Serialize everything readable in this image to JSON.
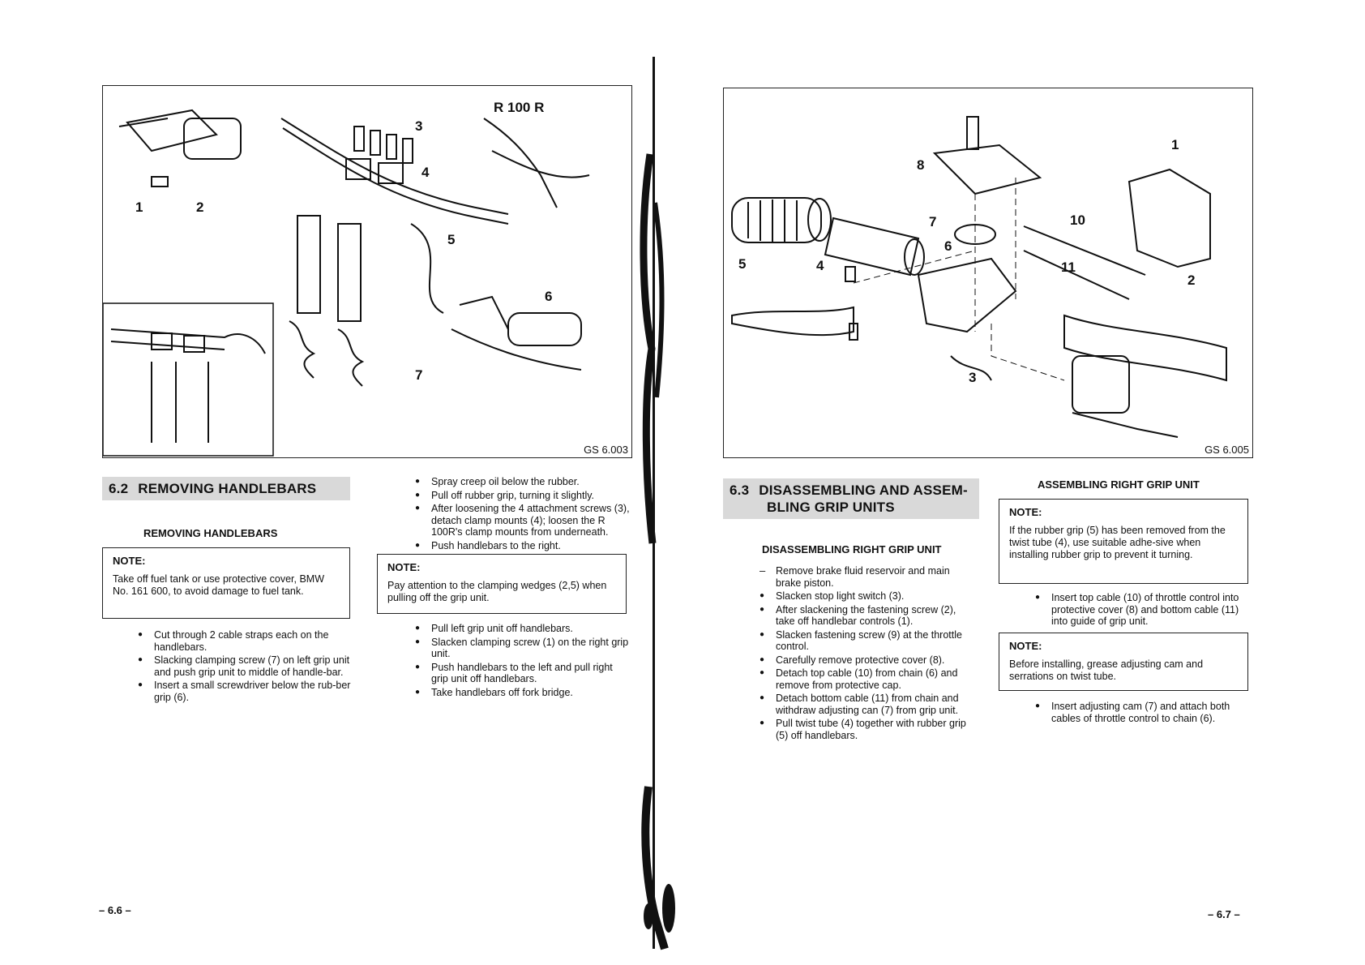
{
  "left": {
    "figure": {
      "title": "R 100 R",
      "code": "GS 6.003",
      "callouts": [
        "1",
        "2",
        "3",
        "4",
        "5",
        "6",
        "7"
      ]
    },
    "section": {
      "num": "6.2",
      "title": "REMOVING HANDLEBARS"
    },
    "subhead": "REMOVING HANDLEBARS",
    "note1": {
      "label": "NOTE:",
      "text": "Take off fuel tank or use protective cover, BMW No. 161 600, to avoid damage to fuel tank."
    },
    "list1": [
      "Cut through 2 cable straps each on the handlebars.",
      "Slacking clamping screw (7) on left grip unit and push grip unit to middle of handle-bar.",
      "Insert a small screwdriver below the rub-ber grip (6)."
    ],
    "list2": [
      "Spray creep oil below the rubber.",
      "Pull off rubber grip, turning it slightly.",
      "After loosening the 4 attachment screws (3), detach clamp mounts (4); loosen the R 100R's clamp mounts from underneath.",
      "Push handlebars to the right."
    ],
    "note2": {
      "label": "NOTE:",
      "text": "Pay attention to the clamping wedges (2,5) when pulling off the grip unit."
    },
    "list3": [
      "Pull left grip unit off handlebars.",
      "Slacken clamping screw (1) on the right grip unit.",
      "Push handlebars to the left and pull right grip unit off handlebars.",
      "Take handlebars off fork bridge."
    ],
    "page": "– 6.6 –"
  },
  "right": {
    "figure": {
      "code": "GS 6.005",
      "callouts": [
        "1",
        "2",
        "3",
        "4",
        "5",
        "6",
        "7",
        "8",
        "10",
        "11"
      ]
    },
    "section": {
      "num": "6.3",
      "title_line1": "DISASSEMBLING AND ASSEM-",
      "title_line2": "BLING GRIP UNITS"
    },
    "subhead": "DISASSEMBLING RIGHT GRIP UNIT",
    "list1_dash": "Remove brake fluid reservoir and main brake piston.",
    "list1": [
      "Slacken stop light switch (3).",
      "After slackening the fastening screw (2), take off handlebar controls (1).",
      "Slacken fastening screw (9) at the throttle control.",
      "Carefully remove protective cover (8).",
      "Detach top cable (10) from chain (6) and remove from protective cap.",
      "Detach bottom cable (11) from chain and withdraw adjusting can (7) from grip unit.",
      "Pull twist tube (4) together with rubber grip (5) off handlebars."
    ],
    "subhead2": "ASSEMBLING RIGHT GRIP UNIT",
    "note1": {
      "label": "NOTE:",
      "text": "If the rubber grip (5) has been removed from the twist tube (4), use suitable adhe-sive when installing rubber grip to prevent it turning."
    },
    "list2": [
      "Insert top cable (10) of throttle control into protective cover (8) and bottom cable (11) into guide of grip unit."
    ],
    "note2": {
      "label": "NOTE:",
      "text": "Before installing, grease adjusting cam and serrations on twist tube."
    },
    "list3": [
      "Insert adjusting cam (7) and attach both cables of throttle control to chain (6)."
    ],
    "page": "– 6.7 –"
  }
}
